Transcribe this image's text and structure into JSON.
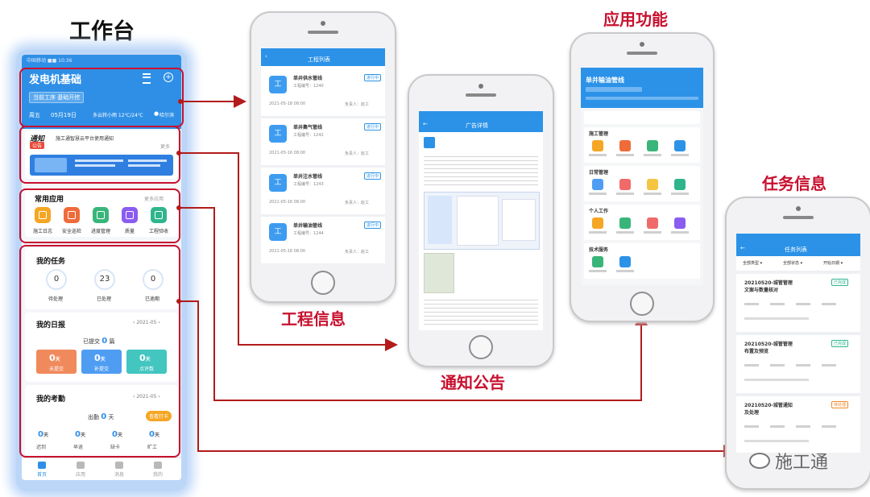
{
  "captions": {
    "workbench": "工作台",
    "project": "工程信息",
    "notice": "通知公告",
    "apps": "应用功能",
    "tasks": "任务信息"
  },
  "colors": {
    "accent": "#2f8fe6",
    "arrow": "#b31b1b",
    "caption": "#c8102e"
  },
  "main": {
    "status_bar": "中国移动 ■■ 10:36",
    "title": "发电机基础",
    "list_icon": "list-icon",
    "add_icon": "plus-circle-icon",
    "project_tag": "当前工序 基础开挖",
    "day": "周五",
    "date": "05月19日",
    "weather": "多云转小雨 12℃/24℃",
    "location": "哈尔滨",
    "notice": {
      "brand": "通知",
      "badge": "公告",
      "text": "施工通智慧云平台使用通知",
      "more": "更多"
    },
    "apps": {
      "title": "常用应用",
      "more": "更多应用",
      "items": [
        {
          "label": "施工日志",
          "color": "#f5a623",
          "icon": "doc-icon"
        },
        {
          "label": "安全巡检",
          "color": "#ef6b3a",
          "icon": "shield-icon"
        },
        {
          "label": "进度管理",
          "color": "#39b57a",
          "icon": "chart-icon"
        },
        {
          "label": "质量",
          "color": "#8a5cf0",
          "icon": "gem-icon"
        },
        {
          "label": "工程验收",
          "color": "#2fb58c",
          "icon": "worker-icon"
        }
      ]
    },
    "tasks": {
      "title": "我的任务",
      "items": [
        {
          "value": "0",
          "label": "待处理"
        },
        {
          "value": "23",
          "label": "已处理"
        },
        {
          "value": "0",
          "label": "已逾期"
        }
      ]
    },
    "daily": {
      "title": "我的日报",
      "month": "2021-05",
      "submitted_label": "已提交",
      "submitted_value": "0",
      "submitted_unit": "篇",
      "boxes": [
        {
          "value": "0",
          "unit": "天",
          "label": "未提交",
          "color": "#f08a5d"
        },
        {
          "value": "0",
          "unit": "天",
          "label": "补提交",
          "color": "#4f9df3"
        },
        {
          "value": "0",
          "unit": "天",
          "label": "点评数",
          "color": "#43c5c0"
        }
      ]
    },
    "attendance": {
      "title": "我的考勤",
      "month": "2021-05",
      "present_label": "出勤",
      "present_value": "0",
      "present_unit": "天",
      "button": "查看打卡",
      "items": [
        {
          "value": "0",
          "unit": "天",
          "label": "迟到"
        },
        {
          "value": "0",
          "unit": "天",
          "label": "早退"
        },
        {
          "value": "0",
          "unit": "天",
          "label": "缺卡"
        },
        {
          "value": "0",
          "unit": "天",
          "label": "旷工"
        }
      ]
    },
    "tabs": [
      "首页",
      "应用",
      "消息",
      "我的"
    ]
  },
  "project_phone": {
    "title": "工程列表",
    "items": [
      {
        "name": "单井供水管线",
        "sub": "工程编号：1240",
        "date": "2021-05-18 08:00",
        "person": "负责人：赵工",
        "tag": "进行中"
      },
      {
        "name": "单井集气管线",
        "sub": "工程编号：1242",
        "date": "2021-05-16 08:00",
        "person": "负责人：赵工",
        "tag": "进行中"
      },
      {
        "name": "单井注水管线",
        "sub": "工程编号：1243",
        "date": "2021-05-16 08:00",
        "person": "负责人：赵工",
        "tag": "进行中"
      },
      {
        "name": "单井输油管线",
        "sub": "工程编号：1244",
        "date": "2021-05-16 08:00",
        "person": "负责人：赵工",
        "tag": "进行中"
      }
    ]
  },
  "notice_phone": {
    "title": "广告详情"
  },
  "apps_phone": {
    "title": "单井输油管线",
    "sections": [
      {
        "name": "施工管理",
        "colors": [
          "#f5a623",
          "#ef6b3a",
          "#39b57a",
          "#2b92e8"
        ]
      },
      {
        "name": "日常管理",
        "colors": [
          "#4f9df3",
          "#f06a6a",
          "#f5c542",
          "#2fb58c"
        ]
      },
      {
        "name": "个人工作",
        "colors": [
          "#f5a623",
          "#39b57a",
          "#f06a6a",
          "#8a5cf0"
        ]
      },
      {
        "name": "技术服务",
        "colors": [
          "#39b57a",
          "#2b92e8"
        ]
      }
    ]
  },
  "tasks_phone": {
    "title": "任务列表",
    "filters": [
      "全部类型",
      "全部状态",
      "开始日期"
    ],
    "items": [
      {
        "name": "20210520-城管管理",
        "sub": "文案与数量核对",
        "status": "已完成",
        "status_color": "#2fb58c"
      },
      {
        "name": "20210520-城管管理",
        "sub": "布置及预览",
        "status": "已完成",
        "status_color": "#2fb58c"
      },
      {
        "name": "20210520-城管通知",
        "sub": "及处理",
        "status": "待处理",
        "status_color": "#f08a2c"
      }
    ]
  },
  "watermark": "施工通"
}
